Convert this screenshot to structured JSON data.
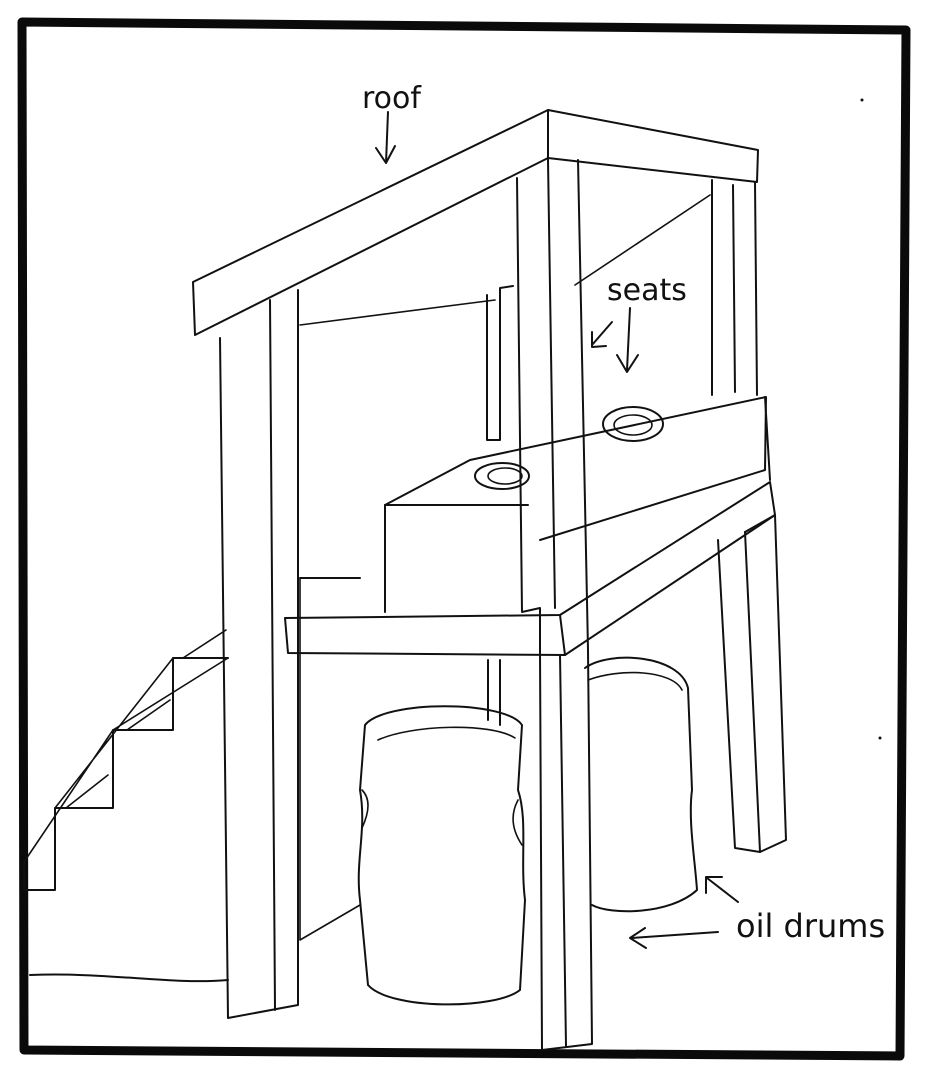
{
  "labels": {
    "roof": "roof",
    "seats": "seats",
    "oil_drums": "oil drums"
  }
}
